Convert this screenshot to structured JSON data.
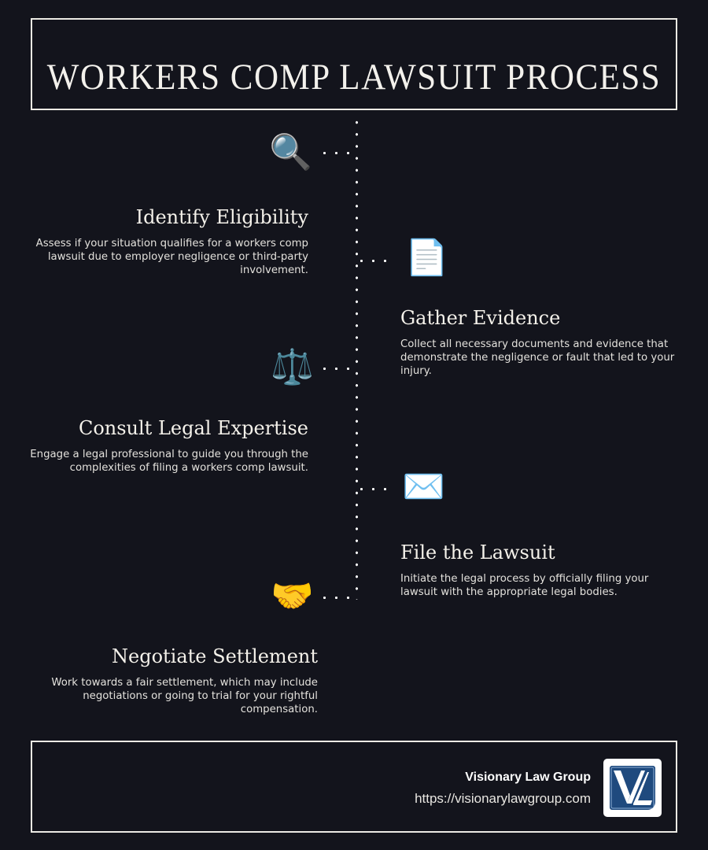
{
  "header": {
    "title": "WORKERS COMP LAWSUIT PROCESS"
  },
  "steps": [
    {
      "side": "left",
      "icon": "magnifying-glass-icon",
      "glyph": "🔍",
      "title": "Identify Eligibility",
      "description": "Assess if your situation qualifies for a workers comp lawsuit due to employer negligence or third-party involvement."
    },
    {
      "side": "right",
      "icon": "document-icon",
      "glyph": "📄",
      "title": "Gather Evidence",
      "description": "Collect all necessary documents and evidence that demonstrate the negligence or fault that led to your injury."
    },
    {
      "side": "left",
      "icon": "scales-of-justice-icon",
      "glyph": "⚖️",
      "title": "Consult Legal Expertise",
      "description": "Engage a legal professional to guide you through the complexities of filing a workers comp lawsuit."
    },
    {
      "side": "right",
      "icon": "envelope-icon",
      "glyph": "✉️",
      "title": "File the Lawsuit",
      "description": "Initiate the legal process by officially filing your lawsuit with the appropriate legal bodies."
    },
    {
      "side": "left",
      "icon": "handshake-icon",
      "glyph": "🤝",
      "title": "Negotiate Settlement",
      "description": "Work towards a fair settlement, which may include negotiations or going to trial for your rightful compensation."
    }
  ],
  "footer": {
    "firm_name": "Visionary Law Group",
    "url": "https://visionarylawgroup.com",
    "logo_text": "VL"
  },
  "colors": {
    "background": "#13141c",
    "text": "#f1efe9",
    "border": "#eceae4",
    "logo_blue": "#1f4a7e"
  }
}
